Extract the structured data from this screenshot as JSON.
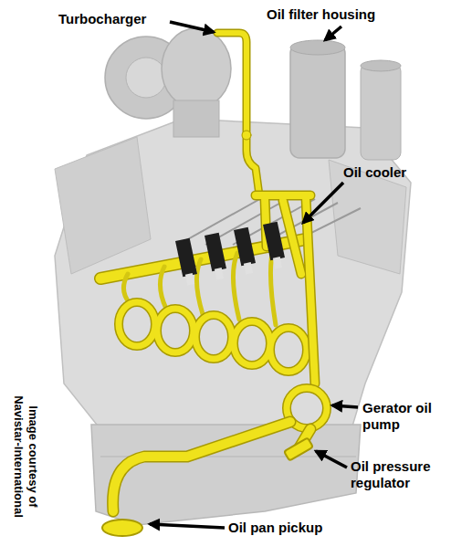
{
  "diagram": {
    "labels": [
      "Turbocharger",
      "Oil filter housing",
      "Oil cooler",
      "Gerator oil pump",
      "Oil pressure regulator",
      "Oil pan pickup",
      "Image courtesy of Navistar-International"
    ]
  }
}
